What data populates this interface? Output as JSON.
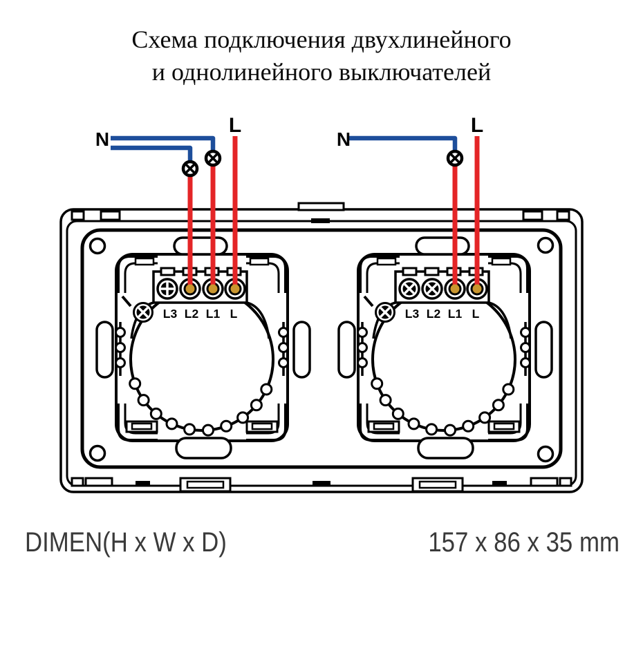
{
  "title": {
    "line1": "Схема подключения двухлинейного",
    "line2": "и однолинейного выключателей"
  },
  "diagram": {
    "left_circuit": {
      "neutral_label": "N",
      "line_label": "L"
    },
    "right_circuit": {
      "neutral_label": "N",
      "line_label": "L"
    },
    "left_module": {
      "terminals": [
        "L3",
        "L2",
        "L1",
        "L"
      ]
    },
    "right_module": {
      "terminals": [
        "L3",
        "L2",
        "L1",
        "L"
      ]
    },
    "colors": {
      "line_wire": "#e42527",
      "neutral_wire": "#1d4e9b",
      "terminal_tip": "#c9962f",
      "outline": "#000000"
    }
  },
  "footer": {
    "dimensions_label": "DIMEN(H x W x D)",
    "dimensions_value": "157 x 86 x 35 mm"
  }
}
